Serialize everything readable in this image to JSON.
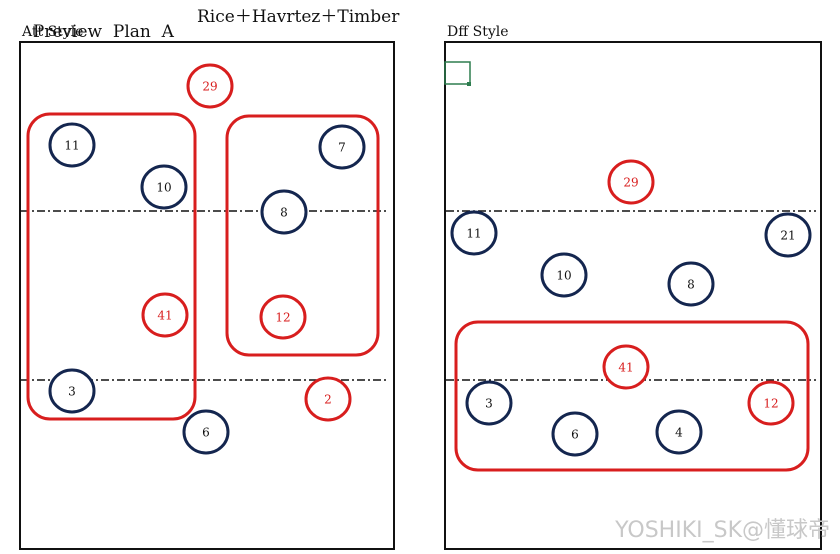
{
  "header": {
    "title_left": "Preview  Plan  A",
    "title_right": "Rice＋Havrtez＋Timber"
  },
  "att_panel": {
    "label": "Att  Style"
  },
  "dff_panel": {
    "label": "Dff  Style"
  },
  "colors": {
    "navy": "#14264f",
    "red": "#d81e1e",
    "line": "#111111",
    "cell": "#2e7d4f"
  },
  "att_players": [
    {
      "num": "29",
      "team": "red"
    },
    {
      "num": "11",
      "team": "navy"
    },
    {
      "num": "10",
      "team": "navy"
    },
    {
      "num": "7",
      "team": "navy"
    },
    {
      "num": "8",
      "team": "navy"
    },
    {
      "num": "41",
      "team": "red"
    },
    {
      "num": "12",
      "team": "red"
    },
    {
      "num": "3",
      "team": "navy"
    },
    {
      "num": "2",
      "team": "red"
    },
    {
      "num": "6",
      "team": "navy"
    }
  ],
  "dff_players": [
    {
      "num": "29",
      "team": "red"
    },
    {
      "num": "11",
      "team": "navy"
    },
    {
      "num": "21",
      "team": "navy"
    },
    {
      "num": "10",
      "team": "navy"
    },
    {
      "num": "8",
      "team": "navy"
    },
    {
      "num": "41",
      "team": "red"
    },
    {
      "num": "3",
      "team": "navy"
    },
    {
      "num": "12",
      "team": "red"
    },
    {
      "num": "6",
      "team": "navy"
    },
    {
      "num": "4",
      "team": "navy"
    }
  ],
  "watermark": "YOSHIKI_SK@懂球帝"
}
